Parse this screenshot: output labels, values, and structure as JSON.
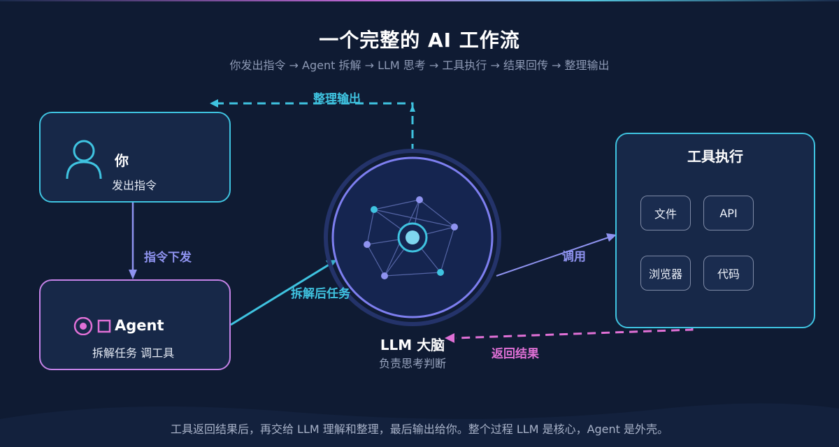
{
  "header": {
    "title": "一个完整的 AI 工作流",
    "subtitle": "你发出指令 → Agent 拆解 → LLM 思考 → 工具执行 → 结果回传 → 整理输出"
  },
  "nodes": {
    "you": {
      "name": "你",
      "desc": "发出指令",
      "icon": "person-icon"
    },
    "agent": {
      "name": "Agent",
      "desc": "拆解任务 调工具",
      "icon": "agent-icon"
    },
    "llm": {
      "name": "LLM 大脑",
      "desc": "负责思考判断",
      "icon": "network-brain-icon"
    },
    "tools": {
      "title": "工具执行",
      "items": [
        "文件",
        "API",
        "浏览器",
        "代码"
      ]
    }
  },
  "flows": {
    "output": "整理输出",
    "command_down": "指令下发",
    "split_task": "拆解后任务",
    "invoke": "调用",
    "return_result": "返回结果"
  },
  "footer": "工具返回结果后，再交给 LLM 理解和整理，最后输出给你。整个过程 LLM 是核心，Agent 是外壳。",
  "colors": {
    "background": "#0f1b33",
    "cyan": "#3fc3e0",
    "violet": "#8f93f0",
    "magenta": "#e070d6",
    "card": "#172848"
  }
}
